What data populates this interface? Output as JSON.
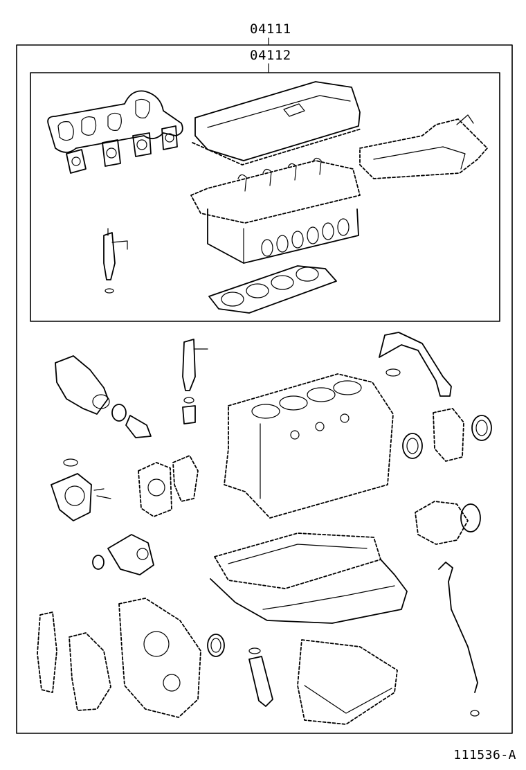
{
  "labels": {
    "outer_kit": "04111",
    "inner_kit": "04112",
    "illustration_ref": "111536-A"
  }
}
